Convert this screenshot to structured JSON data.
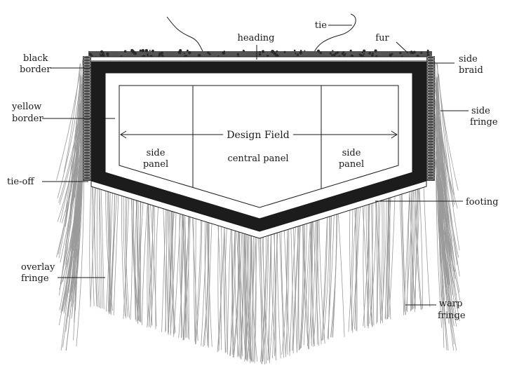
{
  "labels": {
    "heading": "heading",
    "tie": "tie",
    "fur": "fur",
    "black_border_1": "black",
    "black_border_2": "border",
    "side_braid_1": "side",
    "side_braid_2": "braid",
    "yellow_border_1": "yellow",
    "yellow_border_2": "border",
    "side_fringe_1": "side",
    "side_fringe_2": "fringe",
    "design_field": "Design Field",
    "side_panel_left_1": "side",
    "side_panel_left_2": "panel",
    "central_panel": "central panel",
    "side_panel_right_1": "side",
    "side_panel_right_2": "panel",
    "tie_off": "tie-off",
    "footing": "footing",
    "overlay_fringe_1": "overlay",
    "overlay_fringe_2": "fringe",
    "warp_fringe_1": "warp",
    "warp_fringe_2": "fringe"
  },
  "colors": {
    "ink": "#1a1a1a",
    "black_border": "#1c1c1c",
    "fringe": "#9a9a9a",
    "background": "#ffffff"
  }
}
